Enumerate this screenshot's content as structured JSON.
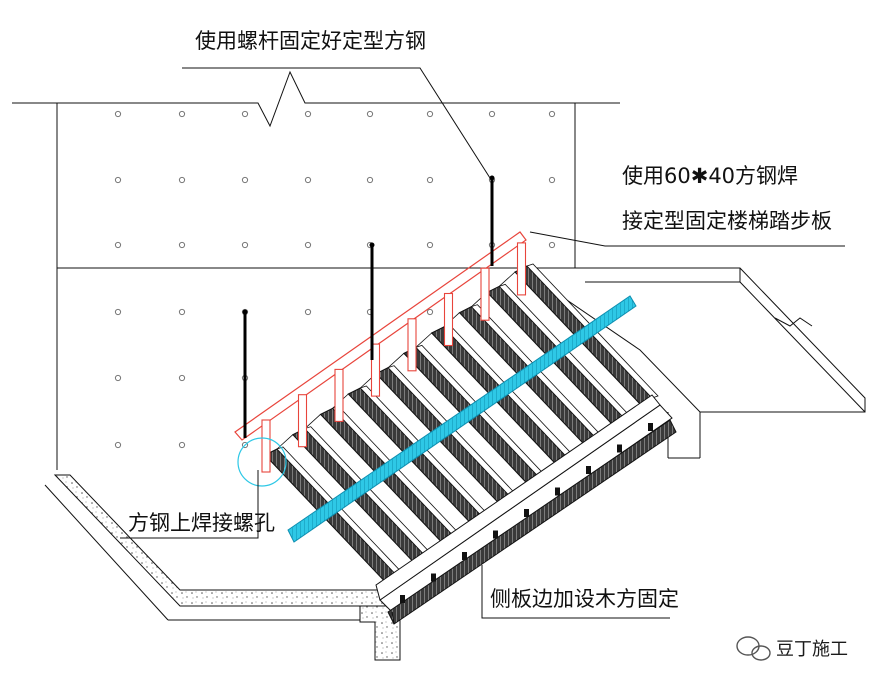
{
  "labels": {
    "top_bolt": "使用螺杆固定好定型方钢",
    "steel_line1": "使用60✱40方钢焊",
    "steel_line2": "接定型固定楼梯踏步板",
    "weld_hole": "方钢上焊接螺孔",
    "side_timber": "侧板边加设木方固定"
  },
  "watermark": {
    "text": "豆丁施工",
    "icon": "wechat-icon"
  },
  "colors": {
    "outline": "#111111",
    "steel_frame": "#e8453c",
    "brace": "#2ec8e6",
    "concrete_dot": "#777777",
    "rod": "#000000"
  }
}
